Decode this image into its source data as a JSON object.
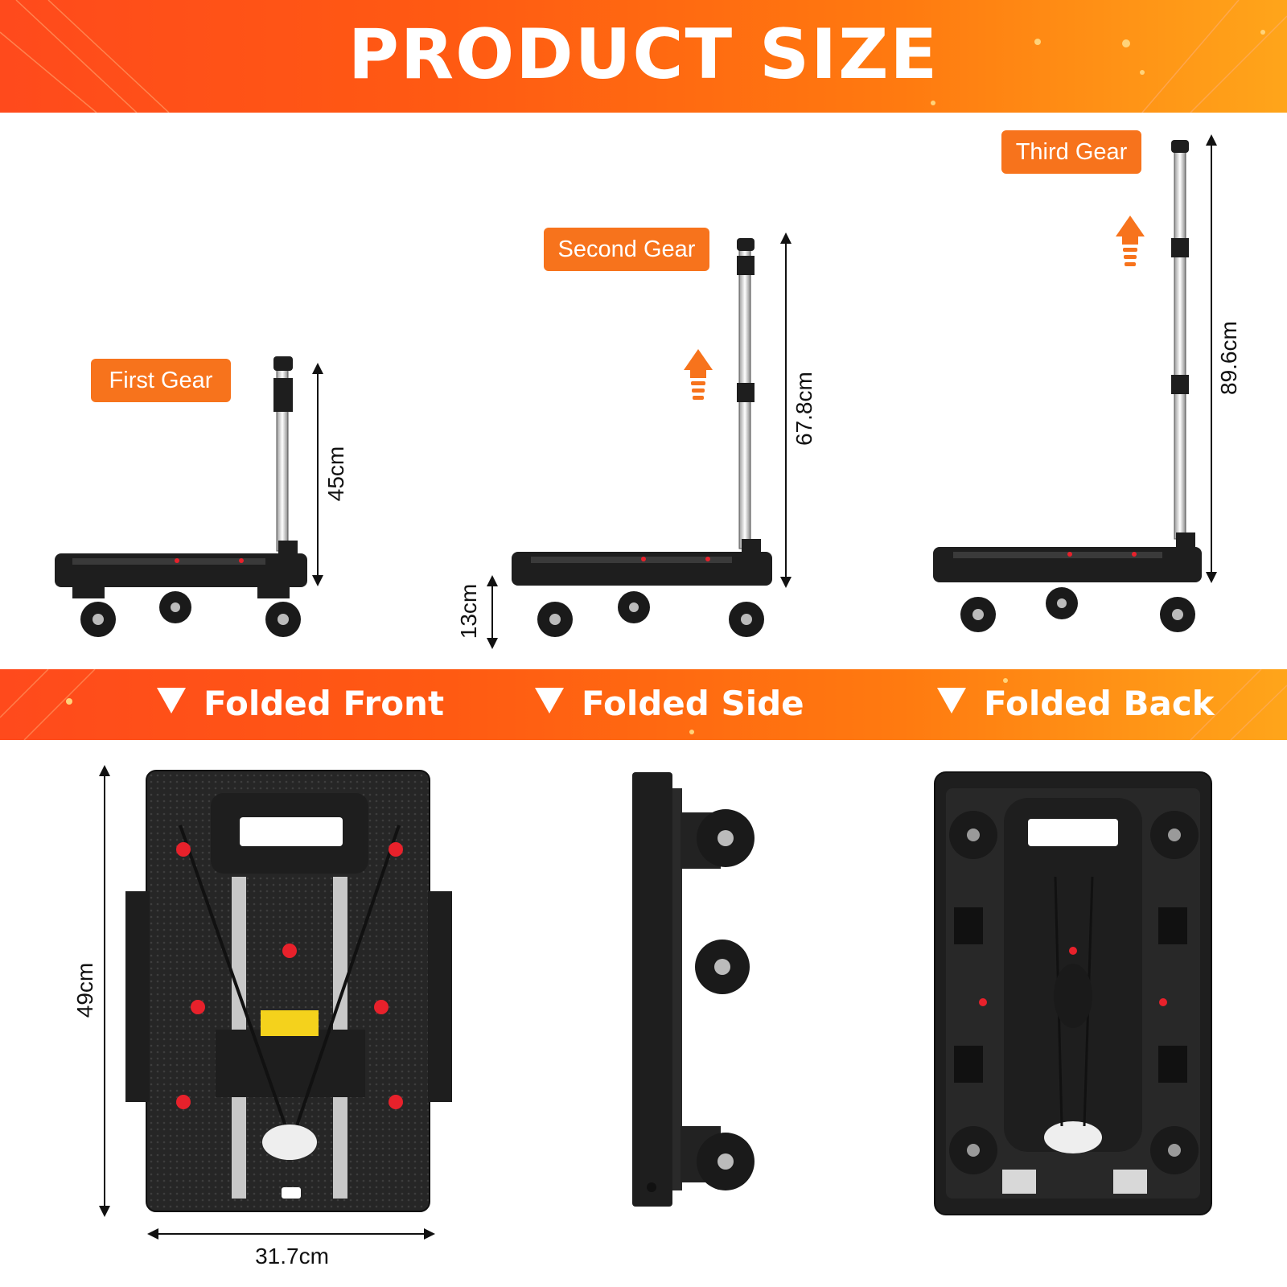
{
  "header": {
    "title": "PRODUCT SIZE"
  },
  "gears": [
    {
      "label": "First Gear",
      "height": "45cm"
    },
    {
      "label": "Second Gear",
      "height": "67.8cm"
    },
    {
      "label": "Third Gear",
      "height": "89.6cm"
    }
  ],
  "wheel_height": "13cm",
  "folded_sections": [
    {
      "label": "Folded Front"
    },
    {
      "label": "Folded Side"
    },
    {
      "label": "Folded Back"
    }
  ],
  "folded_dimensions": {
    "height": "49cm",
    "width": "31.7cm"
  },
  "colors": {
    "banner_orange": "#ff5a12",
    "gear_badge": "#f7731c",
    "cart_black": "#1e1e1e",
    "accent_red": "#e8212b"
  }
}
